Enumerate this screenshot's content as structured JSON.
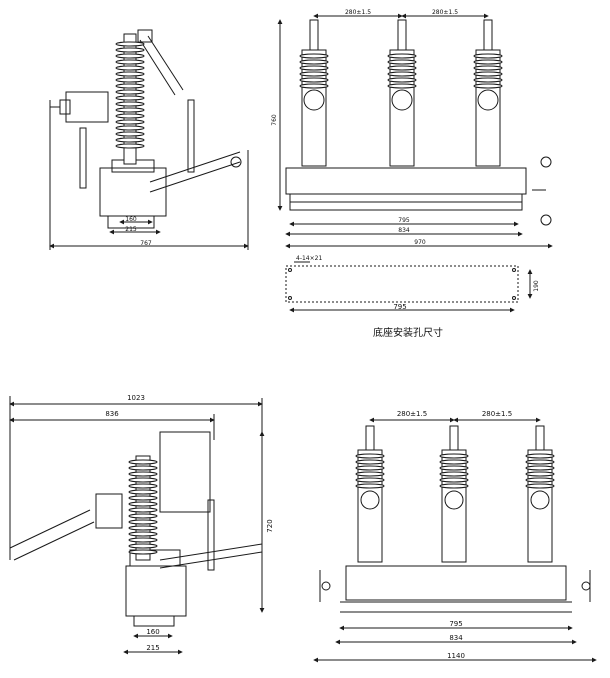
{
  "caption": "底座安装孔尺寸",
  "views": {
    "side_top": {
      "d_160": "160",
      "d_215": "215",
      "d_767": "767"
    },
    "front_top": {
      "pitch_left": "280±1.5",
      "pitch_right": "280±1.5",
      "height": "760",
      "d_795": "795",
      "d_834": "834",
      "d_970": "970"
    },
    "mount_plate": {
      "holes": "4-14×21",
      "d_795": "795",
      "d_190": "190"
    },
    "side_bottom": {
      "d_1023": "1023",
      "d_836": "836",
      "d_720": "720",
      "d_160": "160",
      "d_215": "215"
    },
    "front_bottom": {
      "pitch_left": "280±1.5",
      "pitch_right": "280±1.5",
      "d_795": "795",
      "d_834": "834",
      "d_1140": "1140"
    }
  },
  "colors": {
    "line": "#1a1a1a",
    "paper": "#ffffff"
  }
}
